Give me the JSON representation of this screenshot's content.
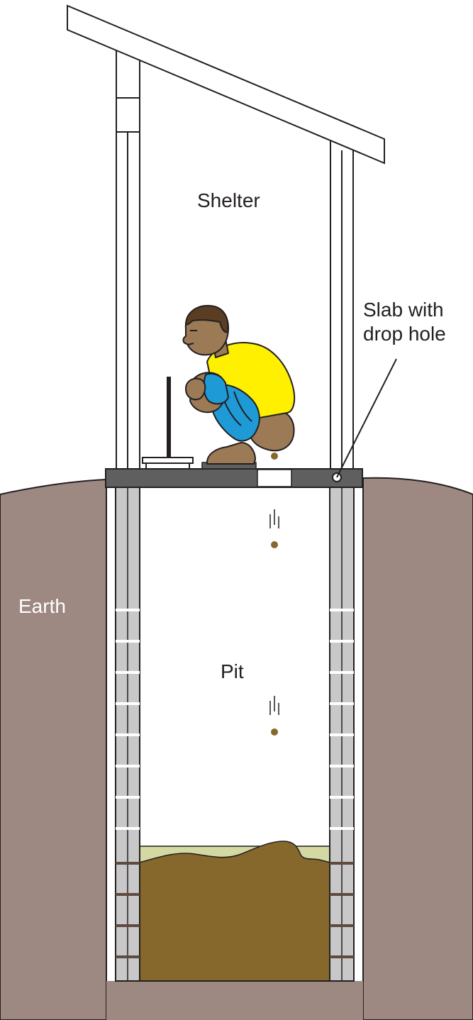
{
  "labels": {
    "shelter": "Shelter",
    "slab_line1": "Slab with",
    "slab_line2": "drop hole",
    "earth": "Earth",
    "pit": "Pit"
  },
  "colors": {
    "earth": "#9e8882",
    "pit_lining": "#c8c8c8",
    "slab": "#5f5f5f",
    "sludge": "#86682d",
    "liquid": "#d4d8a2",
    "shirt": "#fff000",
    "shorts": "#1e9ad6",
    "skin": "#9b7a55",
    "hair": "#5a3d22",
    "outline": "#231f20"
  }
}
